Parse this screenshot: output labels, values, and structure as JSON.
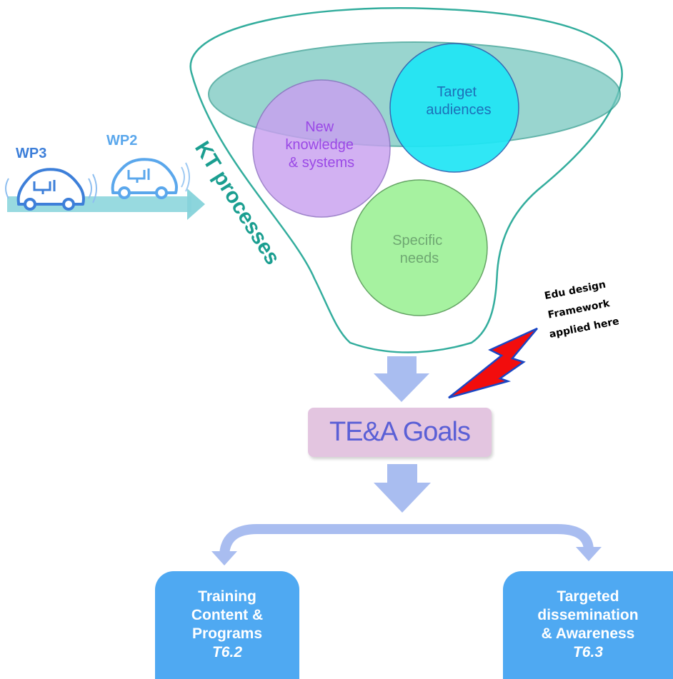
{
  "vehicles": [
    {
      "label": "WP3",
      "color": "#3d7fd9"
    },
    {
      "label": "WP2",
      "color": "#5aa7ec"
    }
  ],
  "funnel": {
    "side_label": "KT processes",
    "circles": [
      {
        "lines": [
          "New",
          "knowledge",
          "& systems"
        ],
        "fill": "#c9a0f0",
        "text_color": "#9a48e6"
      },
      {
        "lines": [
          "Target",
          "audiences"
        ],
        "fill": "#1fe6f5",
        "text_color": "#1d6fb8"
      },
      {
        "lines": [
          "Specific",
          "needs"
        ],
        "fill": "#a6f2a0",
        "text_color": "#6fa872"
      }
    ]
  },
  "lightning_note": {
    "lines": [
      "Edu design",
      "Framework",
      "applied here"
    ]
  },
  "goals": {
    "label": "TE&A Goals"
  },
  "outputs": {
    "left": {
      "lines": [
        "Training",
        "Content &",
        "Programs"
      ],
      "task": "T6.2"
    },
    "right": {
      "lines": [
        "Targeted",
        "dissemination",
        "& Awareness"
      ],
      "task": "T6.3"
    }
  }
}
